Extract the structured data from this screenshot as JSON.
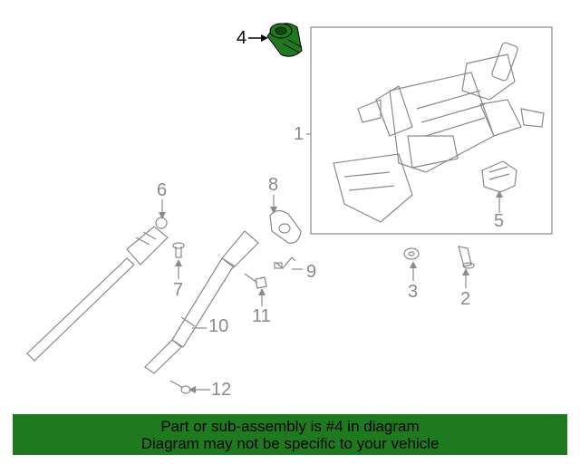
{
  "diagram": {
    "highlight_color": "#1f7a1f",
    "line_color": "#8a8a8a",
    "callouts": {
      "c1": "1",
      "c2": "2",
      "c3": "3",
      "c4": "4",
      "c5": "5",
      "c6": "6",
      "c7": "7",
      "c8": "8",
      "c9": "9",
      "c10": "10",
      "c11": "11",
      "c12": "12"
    }
  },
  "banner": {
    "line1": "Part or sub-assembly is #4 in diagram",
    "line2": "Diagram may not be specific to your vehicle",
    "background": "#1f7a1f"
  }
}
